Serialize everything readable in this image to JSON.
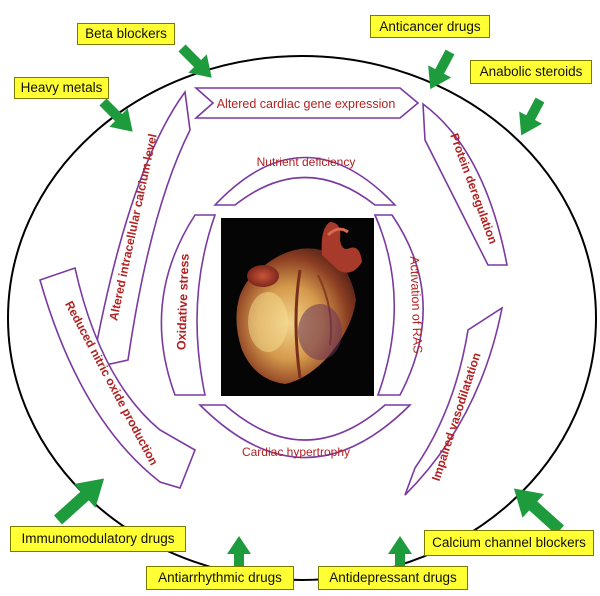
{
  "colors": {
    "label_box": "#ffff33",
    "arrow": "#1e9b3d",
    "segment_stroke": "#7a3aa0",
    "segment_text": "#b22222",
    "outer_ring": "#000000"
  },
  "drugs": {
    "beta_blockers": "Beta blockers",
    "anticancer": "Anticancer drugs",
    "heavy_metals": "Heavy metals",
    "anabolic_steroids": "Anabolic steroids",
    "immunomodulatory": "Immunomodulatory drugs",
    "calcium_channel_blockers": "Calcium channel blockers",
    "antiarrhythmic": "Antiarrhythmic drugs",
    "antidepressant": "Antidepressant drugs"
  },
  "mechanisms": {
    "gene_expression": "Altered cardiac gene expression",
    "protein_deregulation": "Protein deregulation",
    "calcium_level": "Altered intracellular calcium level",
    "nitric_oxide": "Reduced nitric oxide production",
    "vasodilatation": "Impaired vasodilatation",
    "nutrient_deficiency": "Nutrient deficiency",
    "oxidative_stress": "Oxidative stress",
    "ras_activation": "Activation of RAS",
    "hypertrophy": "Cardiac hypertrophy"
  },
  "center_image": "heart-photo"
}
